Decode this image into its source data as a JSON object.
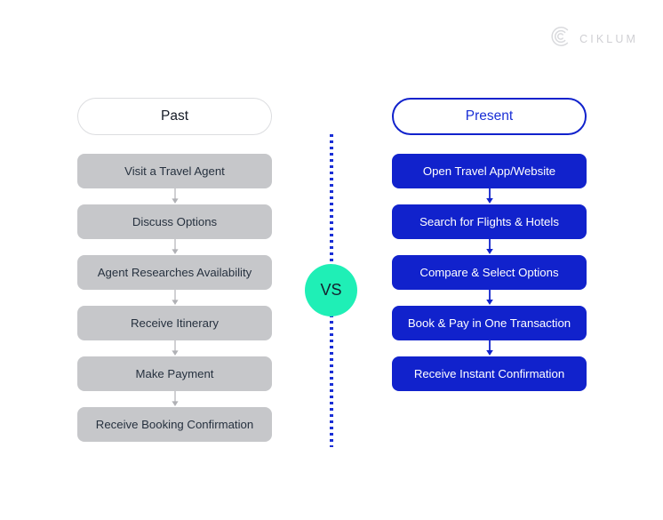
{
  "brand": {
    "logo_icon": "ciklum-c-mark-icon",
    "wordmark": "CIKLUM",
    "wordmark_color": "#cfcfd3"
  },
  "colors": {
    "page_background": "#ffffff",
    "past_node_fill": "#c6c7ca",
    "past_node_text": "#26313f",
    "past_pill_border": "#dcdde0",
    "present_blue": "#1122cc",
    "present_text": "#1a2fd6",
    "vs_circle": "#1fefb6",
    "vs_text": "#15202e",
    "divider_dots": "#1a2fd6",
    "arrow_gray": "#b0b1b5"
  },
  "center": {
    "vs_label": "VS",
    "divider_style": "dotted-vertical"
  },
  "past_column": {
    "header": "Past",
    "steps": [
      {
        "label": "Visit a Travel Agent"
      },
      {
        "label": "Discuss Options"
      },
      {
        "label": "Agent Researches Availability"
      },
      {
        "label": "Receive Itinerary"
      },
      {
        "label": "Make Payment"
      },
      {
        "label": "Receive Booking Confirmation"
      }
    ]
  },
  "present_column": {
    "header": "Present",
    "steps": [
      {
        "label": "Open Travel App/Website"
      },
      {
        "label": "Search for Flights & Hotels"
      },
      {
        "label": "Compare & Select Options"
      },
      {
        "label": "Book & Pay in One Transaction"
      },
      {
        "label": "Receive Instant Confirmation"
      }
    ]
  }
}
